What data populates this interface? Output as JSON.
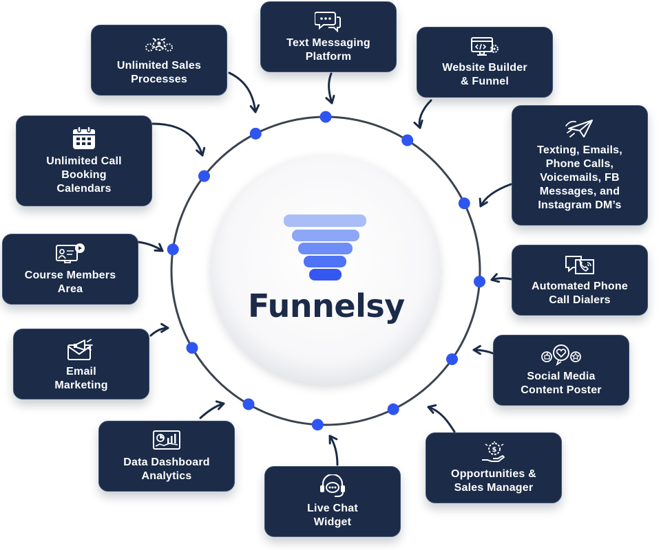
{
  "brand": {
    "name": "Funnelsy"
  },
  "colors": {
    "card_bg": "#1b2b48",
    "dot": "#2f55f0",
    "ring": "#3c4350",
    "brand_text": "#1b2b48",
    "funnel": [
      "#a9bdf7",
      "#8ea6f6",
      "#6f8df7",
      "#4f73f5",
      "#3457f2"
    ]
  },
  "features": [
    {
      "id": "unlimited-sales-processes",
      "icon": "gears-people-icon",
      "lines": [
        "Unlimited Sales",
        "Processes"
      ]
    },
    {
      "id": "text-messaging-platform",
      "icon": "chat-bubbles-icon",
      "lines": [
        "Text Messaging",
        "Platform"
      ]
    },
    {
      "id": "website-builder-funnel",
      "icon": "monitor-code-icon",
      "lines": [
        "Website Builder",
        "& Funnel"
      ]
    },
    {
      "id": "texting-emails-calls",
      "icon": "paper-plane-icon",
      "lines": [
        "Texting, Emails,",
        "Phone Calls,",
        "Voicemails, FB",
        "Messages, and",
        "Instagram DM’s"
      ]
    },
    {
      "id": "automated-phone-call-dialers",
      "icon": "phone-chat-icon",
      "lines": [
        "Automated Phone",
        "Call Dialers"
      ]
    },
    {
      "id": "social-media-content-poster",
      "icon": "social-reactions-icon",
      "lines": [
        "Social Media",
        "Content Poster"
      ]
    },
    {
      "id": "opportunities-sales-manager",
      "icon": "hand-dollar-gear-icon",
      "lines": [
        "Opportunities &",
        "Sales Manager"
      ]
    },
    {
      "id": "live-chat-widget",
      "icon": "headset-chat-icon",
      "lines": [
        "Live Chat",
        "Widget"
      ]
    },
    {
      "id": "data-dashboard-analytics",
      "icon": "dashboard-chart-icon",
      "lines": [
        "Data Dashboard",
        "Analytics"
      ]
    },
    {
      "id": "email-marketing",
      "icon": "envelope-megaphone-icon",
      "lines": [
        "Email",
        "Marketing"
      ]
    },
    {
      "id": "course-members-area",
      "icon": "video-course-icon",
      "lines": [
        "Course Members",
        "Area"
      ]
    },
    {
      "id": "unlimited-call-booking-calendars",
      "icon": "calendar-icon",
      "lines": [
        "Unlimited Call",
        "Booking",
        "Calendars"
      ]
    }
  ]
}
